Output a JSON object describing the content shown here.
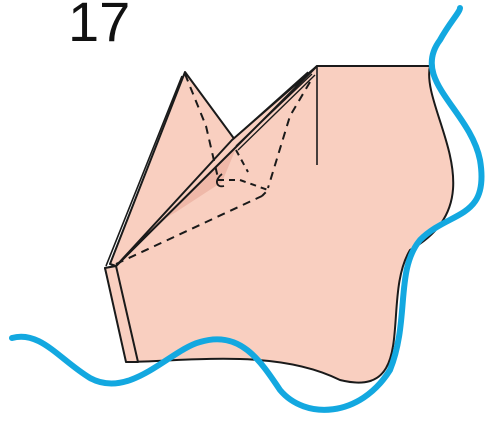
{
  "step": {
    "number": "17"
  },
  "diagram": {
    "paper_color": "#f9cfc0",
    "paper_shadow_color": "#efb8a8",
    "outline_color": "#1a1a1a",
    "fold_line_style": "dashed",
    "break_line_color": "#13a8e0",
    "break_line_icon": "wavy-break-line"
  }
}
